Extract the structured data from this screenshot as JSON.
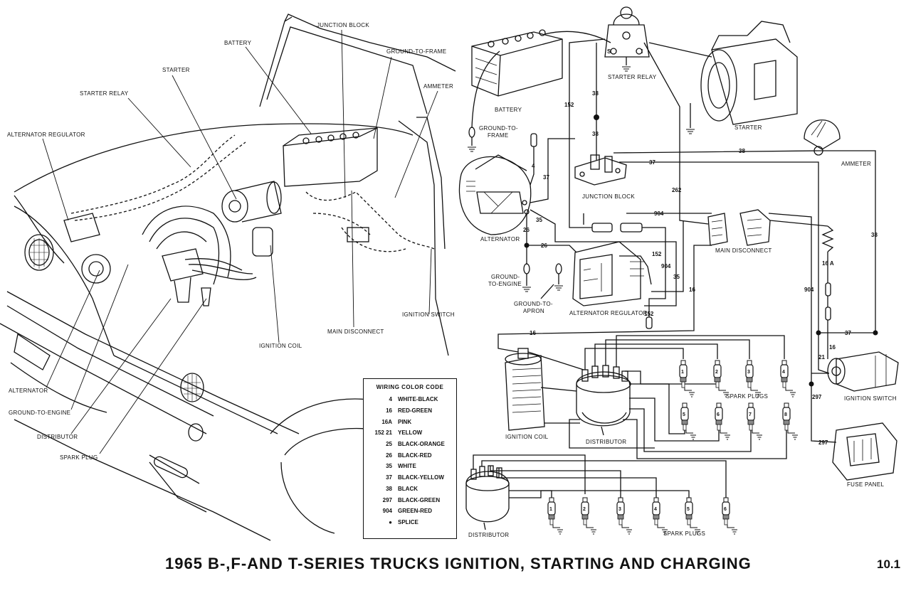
{
  "title": "1965 B-,F-AND T-SERIES TRUCKS IGNITION, STARTING AND CHARGING",
  "page_number": "10.1",
  "left_view_labels": {
    "junction_block": "JUNCTION BLOCK",
    "battery": "BATTERY",
    "ground_to_frame": "GROUND-TO-FRAME",
    "starter": "STARTER",
    "ammeter": "AMMETER",
    "starter_relay": "STARTER RELAY",
    "alternator_regulator": "ALTERNATOR REGULATOR",
    "ignition_switch": "IGNITION SWITCH",
    "main_disconnect": "MAIN DISCONNECT",
    "ignition_coil": "IGNITION COIL",
    "alternator": "ALTERNATOR",
    "ground_to_engine": "GROUND-TO-ENGINE",
    "distributor": "DISTRIBUTOR",
    "spark_plug": "SPARK PLUG"
  },
  "schematic_labels": {
    "battery": "BATTERY",
    "ground_to_frame_1": "GROUND-TO-",
    "ground_to_frame_2": "FRAME",
    "starter_relay": "STARTER RELAY",
    "starter": "STARTER",
    "ammeter": "AMMETER",
    "junction_block": "JUNCTION BLOCK",
    "alternator": "ALTERNATOR",
    "main_disconnect": "MAIN DISCONNECT",
    "ground_to_engine_1": "GROUND-",
    "ground_to_engine_2": "TO-ENGINE",
    "ground_to_apron_1": "GROUND-TO-",
    "ground_to_apron_2": "APRON",
    "alternator_regulator": "ALTERNATOR REGULATOR",
    "ignition_coil": "IGNITION COIL",
    "distributor_v8": "DISTRIBUTOR",
    "spark_plugs_v8": "SPARK PLUGS",
    "ignition_switch": "IGNITION SWITCH",
    "fuse_panel": "FUSE PANEL",
    "distributor_six": "DISTRIBUTOR",
    "spark_plugs_six": "SPARK PLUGS"
  },
  "wire_numbers": {
    "w38a": "38",
    "w38b": "38",
    "w38c": "38",
    "w38d": "38",
    "w152a": "152",
    "w152b": "152",
    "w152c": "152",
    "w262": "262",
    "w37a": "37",
    "w37b": "37",
    "w37c": "37",
    "w4": "4",
    "w26a": "26",
    "w26b": "26",
    "w35a": "35",
    "w35b": "35",
    "w904a": "904",
    "w904b": "904",
    "w904c": "904",
    "w16a_label": "16 A",
    "w16a": "16",
    "w16b": "16",
    "w16c": "16",
    "w21": "21",
    "w297a": "297",
    "w297b": "297"
  },
  "relay_terminals": {
    "s": "S",
    "i": "I"
  },
  "plug_numbers_v8": [
    "1",
    "2",
    "3",
    "4",
    "5",
    "6",
    "7",
    "8"
  ],
  "plug_numbers_six": [
    "1",
    "2",
    "3",
    "4",
    "5",
    "6"
  ],
  "wiring_color_code": {
    "title": "WIRING COLOR CODE",
    "rows": [
      {
        "code": "4",
        "color": "WHITE-BLACK"
      },
      {
        "code": "16",
        "color": "RED-GREEN"
      },
      {
        "code": "16A",
        "color": "PINK"
      },
      {
        "code": "152 21",
        "color": "YELLOW"
      },
      {
        "code": "25",
        "color": "BLACK-ORANGE"
      },
      {
        "code": "26",
        "color": "BLACK-RED"
      },
      {
        "code": "35",
        "color": "WHITE"
      },
      {
        "code": "37",
        "color": "BLACK-YELLOW"
      },
      {
        "code": "38",
        "color": "BLACK"
      },
      {
        "code": "297",
        "color": "BLACK-GREEN"
      },
      {
        "code": "904",
        "color": "GREEN-RED"
      },
      {
        "code": "●",
        "color": "SPLICE"
      }
    ]
  }
}
